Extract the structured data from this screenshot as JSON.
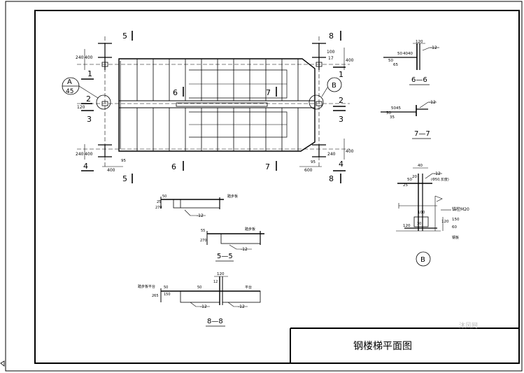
{
  "drawing": {
    "title": "钢楼梯平面图",
    "watermark": "沐风网"
  },
  "plan": {
    "section_marks": {
      "top_left": "5",
      "top_right": "8",
      "bottom_left": "5",
      "bottom_right": "8",
      "left_1": "1",
      "left_2": "2",
      "left_3": "3",
      "left_4": "4",
      "right_1": "1",
      "right_2": "2",
      "right_3": "3",
      "right_4": "4",
      "mid_6_upper": "6",
      "mid_7_upper": "7",
      "mid_6_lower": "6",
      "mid_7_lower": "7"
    },
    "callouts": {
      "a_letter": "A",
      "a_sub": "45",
      "b_letter": "B"
    },
    "dims": {
      "left_top_a": "240",
      "left_top_b": "400",
      "left_mid": "120",
      "left_bot_a": "240",
      "left_bot_b": "400",
      "right_top_a": "100",
      "right_top_b": "17",
      "right_top_c": "400",
      "right_bot_a": "400",
      "right_bot_b": "240",
      "bottom_left": "400",
      "bottom_left_small": "95",
      "bottom_right": "600",
      "bottom_right_small": "95"
    }
  },
  "section_66": {
    "label": "6—6",
    "bar": "-12",
    "dims": {
      "top": "120",
      "d1": "50",
      "d2": "40",
      "d3": "40",
      "d4": "50",
      "d5": "65"
    }
  },
  "section_77": {
    "label": "7—7",
    "bar": "-12",
    "dims": {
      "d1": "50",
      "d2": "45",
      "d3": "50",
      "d4": "35"
    }
  },
  "detail_b": {
    "label": "B",
    "bar": "-12",
    "bar_note": "(Φ50,长度)",
    "weld": "M20",
    "weld_prefix": "锚栓",
    "dims": {
      "top": "40",
      "d1": "50",
      "d2": "20",
      "d3": "25",
      "d4": "100",
      "d5": "120",
      "d6": "120",
      "d7": "150",
      "d8": "30",
      "d9": "60"
    },
    "note_small": "钢板"
  },
  "section_upper": {
    "bar": "-12",
    "note": "踏步板",
    "dims": {
      "a": "50",
      "b": "25",
      "c": "270"
    }
  },
  "section_55": {
    "label": "5—5",
    "bar": "-12",
    "note": "踏步板",
    "dims": {
      "a": "55",
      "b": "270"
    }
  },
  "section_88": {
    "label": "8—8",
    "bar_left": "-12",
    "bar_right": "-12",
    "note_left": "踏步板平台",
    "note_mid": "平台",
    "dims": {
      "top": "120",
      "d1": "12",
      "a": "50",
      "b": "50",
      "c": "265",
      "d": "150"
    }
  }
}
